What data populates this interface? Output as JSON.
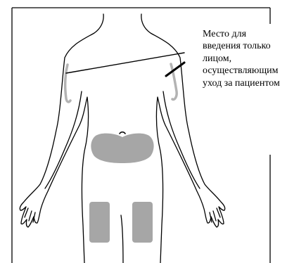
{
  "annotation": {
    "lines": [
      "Место для",
      "введения только",
      "лицом,",
      "осуществляющим",
      "уход за пациентом"
    ]
  },
  "colors": {
    "outline": "#000000",
    "injection_area_fill": "#a6a6a6",
    "arm_area_stroke": "#b3b3b3",
    "background": "#ffffff"
  },
  "injection_sites": [
    "abdomen",
    "left-thigh",
    "right-thigh",
    "left-upper-arm",
    "right-upper-arm"
  ]
}
